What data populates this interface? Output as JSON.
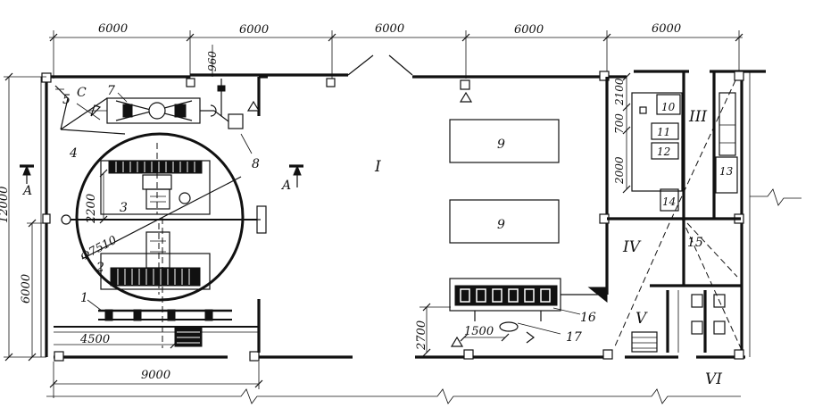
{
  "dimensions": {
    "bay_top": [
      "6000",
      "6000",
      "6000",
      "6000",
      "6000"
    ],
    "d960": "960",
    "d2100": "2100",
    "d700": "700",
    "d2000": "2000",
    "d2200": "2200",
    "d7510": "Φ7510",
    "d4500": "4500",
    "d9000": "9000",
    "d2700": "2700",
    "d1500": "1500",
    "left_total": "12000",
    "left_lower": "6000"
  },
  "items": {
    "n1": "1",
    "n2": "2",
    "n3": "3",
    "n4": "4",
    "n5": "5",
    "c": "C",
    "n7": "7",
    "n8": "8",
    "n9a": "9",
    "n9b": "9",
    "n10": "10",
    "n11": "11",
    "n12": "12",
    "n13": "13",
    "n14": "14",
    "n15": "15",
    "n16": "16",
    "n17": "17"
  },
  "rooms": {
    "r1": "I",
    "r3": "III",
    "r4": "IV",
    "r5": "V",
    "r6": "VI"
  },
  "section": {
    "left": "A",
    "right": "A"
  }
}
